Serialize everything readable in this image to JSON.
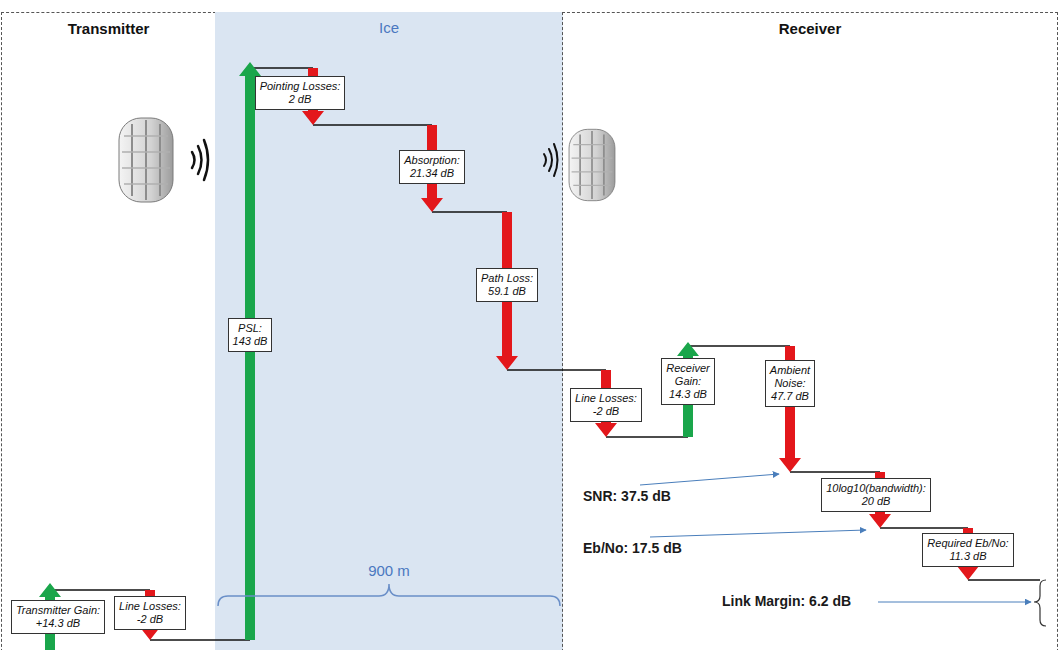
{
  "diagram": {
    "nodes": [
      {
        "text": [
          "Transmitter"
        ]
      },
      {
        "text": [
          "Ice"
        ]
      },
      {
        "text": [
          "Receiver"
        ]
      },
      {
        "text": [
          "Transmitter Gain:",
          "+14.3 dB"
        ],
        "in": 0
      },
      {
        "text": [
          "Line Losses:",
          "-2 dB"
        ],
        "in": 0
      },
      {
        "text": [
          "PSL:",
          "143 dB"
        ],
        "in": 1
      },
      {
        "text": [
          "Pointing Losses:",
          "2 dB"
        ],
        "in": 1
      },
      {
        "text": [
          "Absorption:",
          "21.34 dB"
        ],
        "in": 1
      },
      {
        "text": [
          "Path Loss:",
          "59.1 dB"
        ],
        "in": 1
      },
      {
        "text": [
          "Line Losses:",
          "-2 dB"
        ],
        "in": 2
      },
      {
        "text": [
          "Receiver Gain:",
          "14.3 dB"
        ],
        "in": 2
      },
      {
        "text": [
          "Ambient Noise:",
          "47.7 dB"
        ],
        "in": 2
      },
      {
        "text": [
          "10log10(bandwidth):",
          "20 dB"
        ],
        "in": 2
      },
      {
        "text": [
          "Required Eb/No:",
          "11.3 dB"
        ],
        "in": 2
      }
    ],
    "labels": [
      "900 m",
      "SNR: 37.5 dB",
      "Eb/No: 17.5 dB",
      "Link Margin: 6.2 dB"
    ]
  }
}
